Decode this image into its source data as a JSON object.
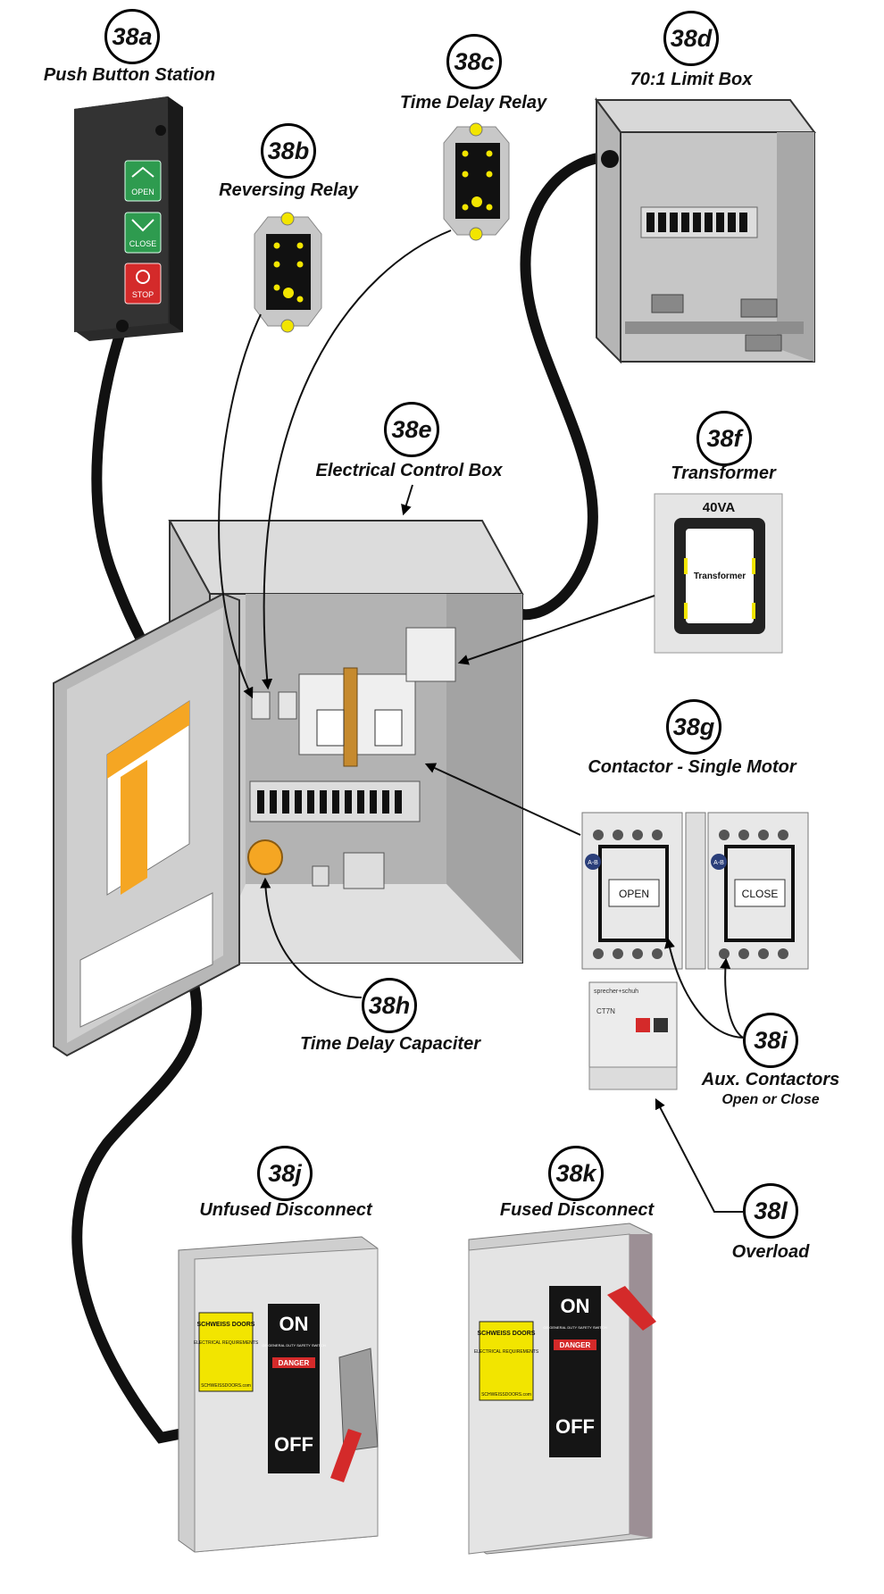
{
  "components": [
    {
      "id": "38a",
      "name": "Push Button Station"
    },
    {
      "id": "38b",
      "name": "Reversing Relay"
    },
    {
      "id": "38c",
      "name": "Time Delay Relay"
    },
    {
      "id": "38d",
      "name": "70:1 Limit Box"
    },
    {
      "id": "38e",
      "name": "Electrical Control Box"
    },
    {
      "id": "38f",
      "name": "Transformer"
    },
    {
      "id": "38g",
      "name": "Contactor - Single Motor"
    },
    {
      "id": "38h",
      "name": "Time Delay Capaciter"
    },
    {
      "id": "38i",
      "name": "Aux. Contactors",
      "note": "Open or Close"
    },
    {
      "id": "38j",
      "name": "Unfused Disconnect"
    },
    {
      "id": "38k",
      "name": "Fused Disconnect"
    },
    {
      "id": "38l",
      "name": "Overload"
    }
  ],
  "push_buttons": {
    "open": "OPEN",
    "close": "CLOSE",
    "stop": "STOP"
  },
  "transformer": {
    "rating": "40VA",
    "label": "Transformer"
  },
  "contactor": {
    "open": "OPEN",
    "close": "CLOSE",
    "brand": "A-B"
  },
  "overload": {
    "brand": "sprecher+schuh",
    "model": "CT7N"
  },
  "switch": {
    "on": "ON",
    "off": "OFF",
    "brand": "SCHWEISS DOORS",
    "warning": "DANGER",
    "requirements": "ELECTRICAL REQUIREMENTS",
    "maker": "GE GENERAL DUTY SAFETY SWITCH",
    "website": "SCHWEISSDOORS.com"
  },
  "colors": {
    "orange": "#F5A623",
    "green": "#2E9B4F",
    "red": "#D42A2A",
    "cable": "#111111",
    "box_gray": "#C4C4C4",
    "yellow": "#F2E500"
  }
}
